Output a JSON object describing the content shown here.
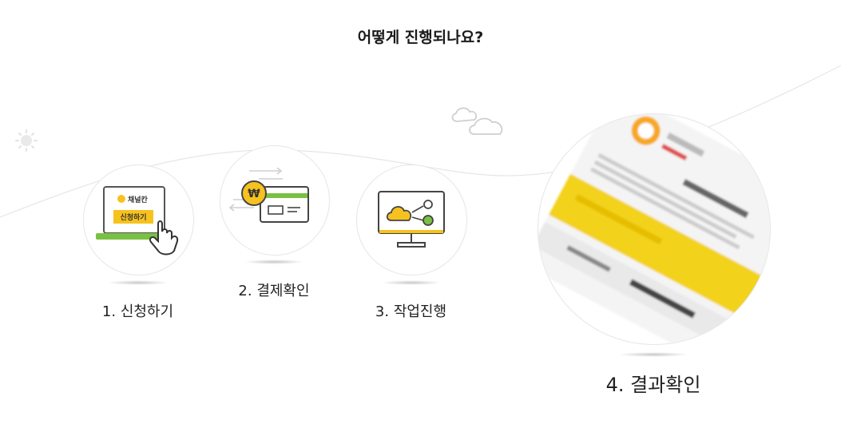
{
  "heading": "어떻게 진행되나요?",
  "steps": [
    {
      "label": "1. 신청하기",
      "icon": "laptop-click-icon",
      "brand": "채널칸",
      "button": "신청하기"
    },
    {
      "label": "2. 결제확인",
      "icon": "payment-card-icon"
    },
    {
      "label": "3. 작업진행",
      "icon": "cloud-monitor-icon"
    },
    {
      "label": "4. 결과확인",
      "icon": "result-screenshot-icon"
    }
  ],
  "colors": {
    "accent": "#f7c21e",
    "green": "#7ac143",
    "line": "#e3e3e3"
  }
}
